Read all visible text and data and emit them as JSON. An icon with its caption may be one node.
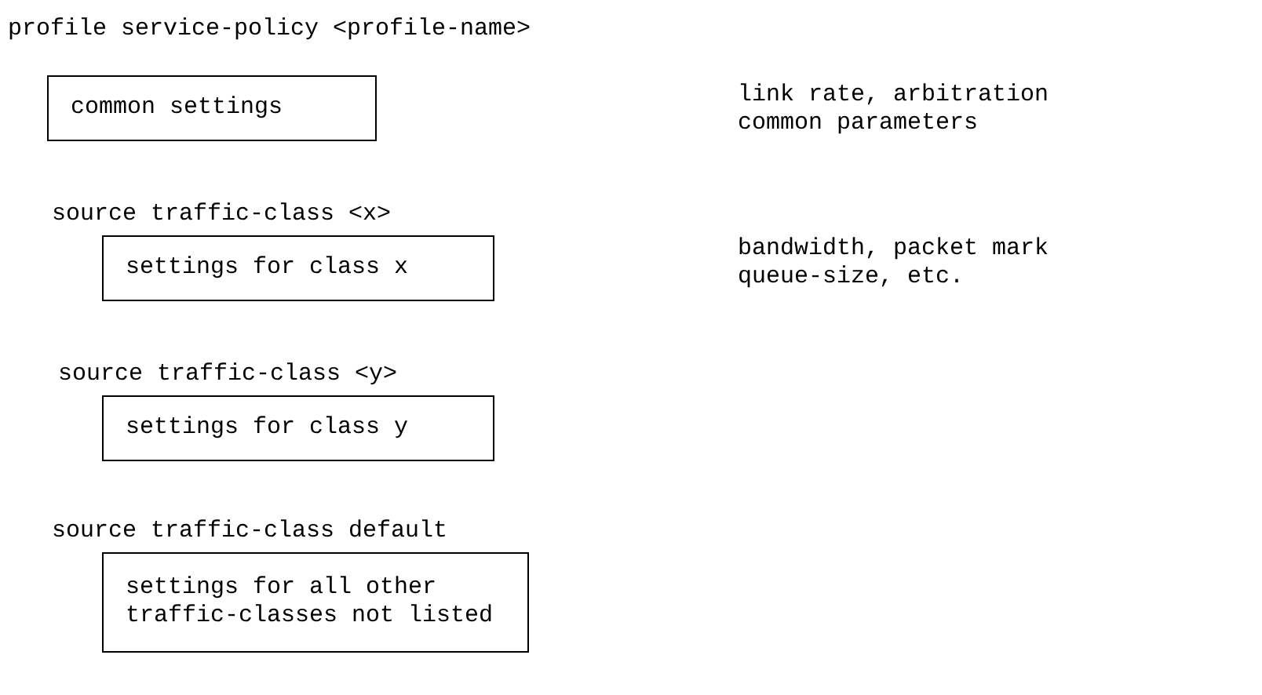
{
  "diagram": {
    "title": "profile service-policy <profile-name>",
    "nodes": [
      {
        "text": [
          "common settings"
        ]
      },
      {
        "text": [
          "source traffic-class <x>",
          "settings for class x"
        ]
      },
      {
        "text": [
          "source traffic-class <y>",
          "settings for class y"
        ]
      },
      {
        "text": [
          "source traffic-class default",
          "settings for all other traffic-classes not listed"
        ]
      }
    ],
    "labels": [
      "link rate, arbitration common parameters",
      "bandwidth, packet mark queue-size, etc."
    ]
  }
}
